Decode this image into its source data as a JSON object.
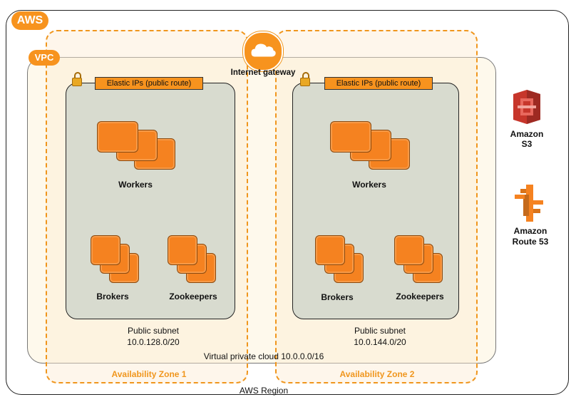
{
  "badges": {
    "aws": "AWS",
    "vpc": "VPC"
  },
  "region_label": "AWS Region",
  "internet_gateway": "Internet gateway",
  "vpc_label": "Virtual private cloud 10.0.0.0/16",
  "zones": [
    {
      "label": "Availability Zone 1",
      "eip": "Elastic IPs (public route)",
      "workers": "Workers",
      "brokers": "Brokers",
      "zookeepers": "Zookeepers",
      "subnet_title": "Public subnet",
      "subnet_cidr": "10.0.128.0/20"
    },
    {
      "label": "Availability Zone 2",
      "eip": "Elastic IPs (public route)",
      "workers": "Workers",
      "brokers": "Brokers",
      "zookeepers": "Zookeepers",
      "subnet_title": "Public subnet",
      "subnet_cidr": "10.0.144.0/20"
    }
  ],
  "services": {
    "s3": {
      "line1": "Amazon",
      "line2": "S3"
    },
    "route53": {
      "line1": "Amazon",
      "line2": "Route 53"
    }
  },
  "colors": {
    "accent": "#f7931e",
    "s3": "#c7362b",
    "route53": "#f58220",
    "subnet": "#d8dbcf"
  }
}
